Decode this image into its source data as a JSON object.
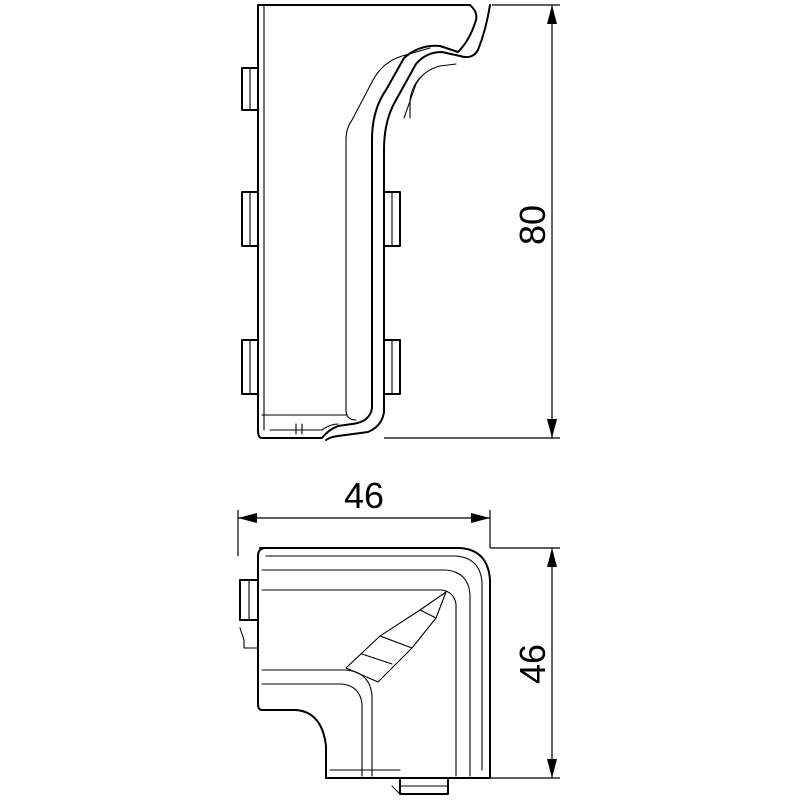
{
  "dimensions": {
    "top_view_height": "80",
    "bottom_view_width": "46",
    "bottom_view_height": "46"
  },
  "colors": {
    "line": "#000000",
    "background": "#ffffff"
  }
}
